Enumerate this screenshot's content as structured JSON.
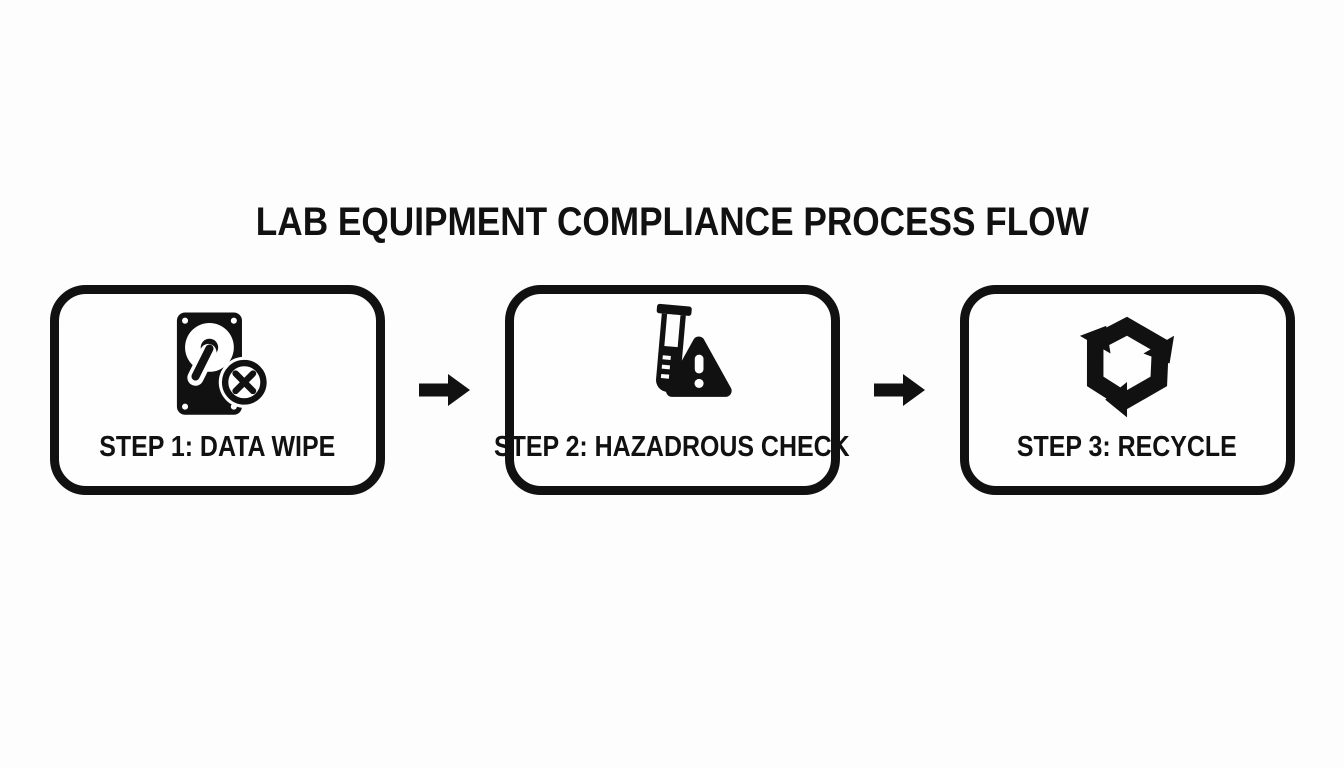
{
  "colors": {
    "background": "#fdfdfd",
    "ink": "#111111",
    "box_fill": "#fefefe"
  },
  "title": "LAB EQUIPMENT COMPLIANCE PROCESS FLOW",
  "steps": [
    {
      "label": "STEP 1: DATA WIPE",
      "icon": "hard-drive-data-wipe-icon"
    },
    {
      "label": "STEP 2: HAZADROUS CHECK",
      "icon": "test-tube-hazard-warning-icon"
    },
    {
      "label": "STEP 3: RECYCLE",
      "icon": "recycle-arrows-icon"
    }
  ],
  "connectors": [
    {
      "icon": "right-arrow-icon"
    },
    {
      "icon": "right-arrow-icon"
    }
  ]
}
